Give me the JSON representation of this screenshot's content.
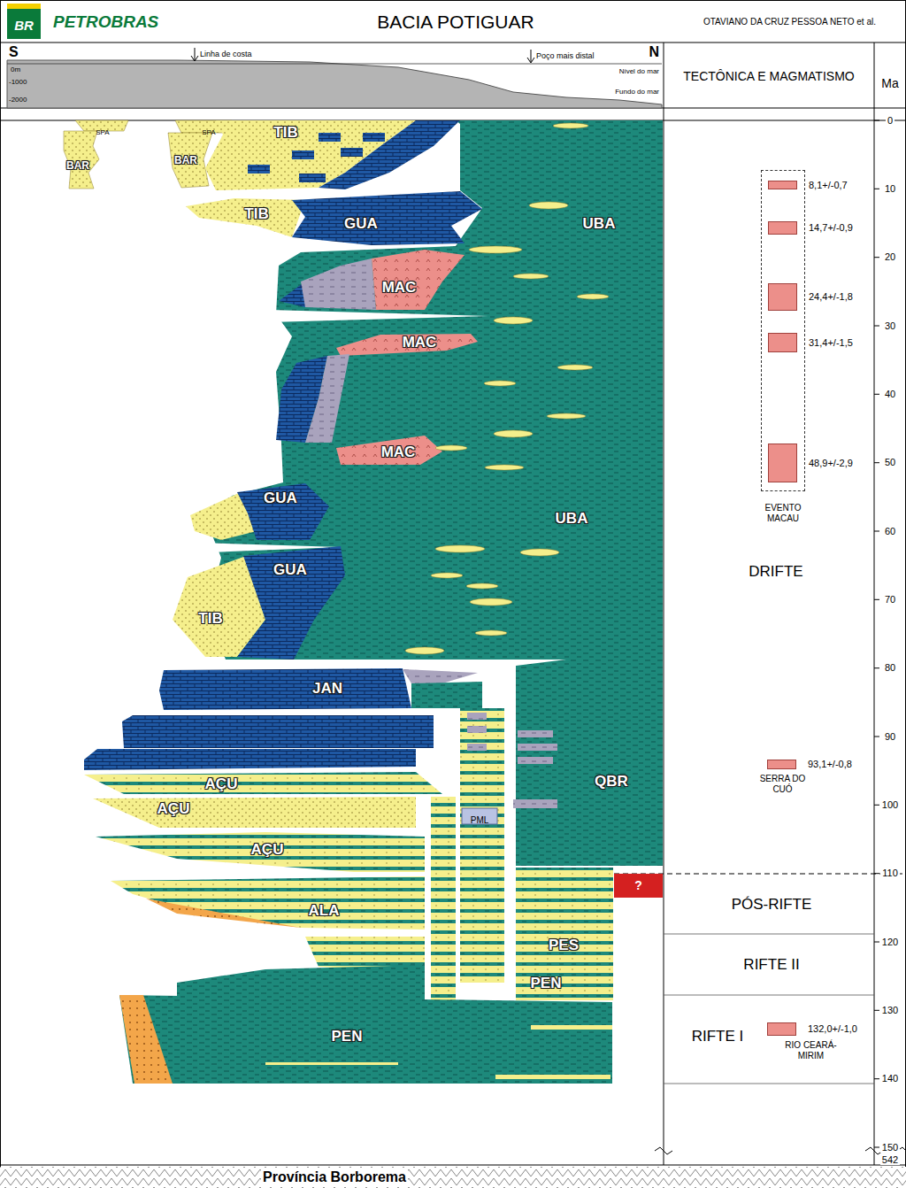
{
  "diagram": {
    "title": "BACIA POTIGUAR",
    "nodes": [
      {
        "text": [
          "SPA"
        ]
      },
      {
        "text": [
          "SPA"
        ]
      },
      {
        "text": [
          "BAR"
        ]
      },
      {
        "text": [
          "BAR"
        ]
      },
      {
        "text": [
          "TIB"
        ]
      },
      {
        "text": [
          "TIB"
        ]
      },
      {
        "text": [
          "GUA"
        ]
      },
      {
        "text": [
          "UBA"
        ]
      },
      {
        "text": [
          "MAC"
        ]
      },
      {
        "text": [
          "MAC"
        ]
      },
      {
        "text": [
          "MAC"
        ]
      },
      {
        "text": [
          "GUA"
        ]
      },
      {
        "text": [
          "UBA"
        ]
      },
      {
        "text": [
          "GUA"
        ]
      },
      {
        "text": [
          "TIB"
        ]
      },
      {
        "text": [
          "JAN"
        ]
      },
      {
        "text": [
          "QBR"
        ]
      },
      {
        "text": [
          "AÇU"
        ]
      },
      {
        "text": [
          "AÇU"
        ]
      },
      {
        "text": [
          "PML"
        ]
      },
      {
        "text": [
          "AÇU"
        ]
      },
      {
        "text": [
          "ALA"
        ]
      },
      {
        "text": [
          "PES"
        ]
      },
      {
        "text": [
          "PEN"
        ]
      },
      {
        "text": [
          "PEN"
        ]
      },
      {
        "text": [
          "?"
        ]
      },
      {
        "text": [
          "DRIFTE"
        ]
      },
      {
        "text": [
          "EVENTO MACAU"
        ],
        "in": 26
      },
      {
        "text": [
          "8,1+/-0,7"
        ],
        "in": 27
      },
      {
        "text": [
          "14,7+/-0,9"
        ],
        "in": 27
      },
      {
        "text": [
          "24,4+/-1,8"
        ],
        "in": 27
      },
      {
        "text": [
          "31,4+/-1,5"
        ],
        "in": 27
      },
      {
        "text": [
          "48,9+/-2,9"
        ],
        "in": 27
      },
      {
        "text": [
          "93,1+/-0,8",
          "SERRA DO CUÓ"
        ],
        "in": 26
      },
      {
        "text": [
          "PÓS-RIFTE"
        ]
      },
      {
        "text": [
          "RIFTE II"
        ]
      },
      {
        "text": [
          "RIFTE I"
        ]
      },
      {
        "text": [
          "132,0+/-1,0",
          "RIO CEARÁ-MIRIM"
        ],
        "in": 36
      }
    ],
    "labels": [
      "PETROBRAS",
      "OTAVIANO DA CRUZ PESSOA NETO et al.",
      "S",
      "N",
      "0m",
      "-1000",
      "-2000",
      "Linha de costa",
      "Poço mais distal",
      "Nível do mar",
      "Fundo do mar",
      "TECTÔNICA E MAGMATISMO",
      "Ma",
      "0",
      "10",
      "20",
      "30",
      "40",
      "50",
      "60",
      "70",
      "80",
      "90",
      "100",
      "110",
      "120",
      "130",
      "140",
      "150",
      "542",
      "Província Borborema",
      "BR"
    ]
  }
}
